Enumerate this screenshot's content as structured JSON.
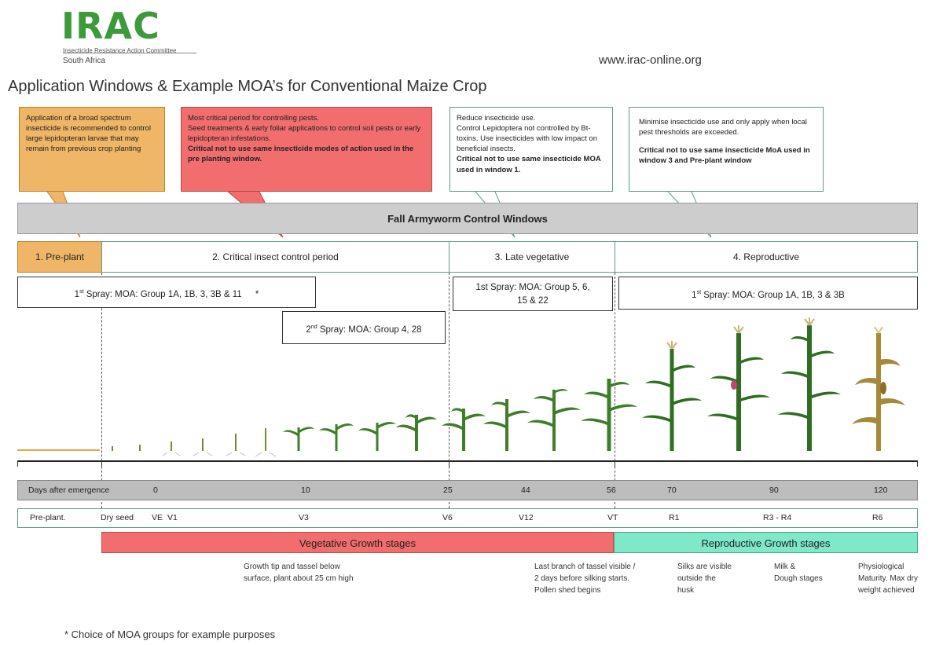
{
  "header": {
    "logo_text": "IRAC",
    "logo_subtitle": "Insecticide Resistance Action Committee",
    "logo_region": "South Africa",
    "website": "www.irac-online.org",
    "title": "Application Windows & Example MOA’s for Conventional Maize Crop"
  },
  "callouts": {
    "c1": {
      "text": "Application of a broad spectrum insecticide is recommended to control large lepidopteran larvae that may remain from previous crop planting"
    },
    "c2": {
      "line1": "Most critical period for controlling pests.",
      "line2": "Seed treatments & early foliar applications to control soil pests or early lepidopteran infestations.",
      "bold": "Critical not to use same insecticide modes of action used in the pre planting window."
    },
    "c3": {
      "line1": "Reduce insecticide use.",
      "line2": "Control Lepidoptera not controlled by Bt-toxins. Use insecticides with low impact on beneficial insects.",
      "bold": "Critical not to use same insecticide MOA used in window 1."
    },
    "c4": {
      "line1": "Minimise insecticide use and only apply when local pest thresholds are exceeded.",
      "bold": "Critical not to use same insecticide MoA used in window 3 and Pre-plant window"
    }
  },
  "banner": "Fall Armyworm Control Windows",
  "windows": {
    "w1": "1. Pre-plant",
    "w2": "2. Critical insect control period",
    "w3": "3. Late vegetative",
    "w4": "4. Reproductive"
  },
  "sprays": {
    "s1_ord": "st",
    "s1_pre": "1",
    "s1_text": " Spray: MOA: Group 1A, 1B, 3, 3B & 11",
    "s1_star": "*",
    "s2_ord": "nd",
    "s2_pre": "2",
    "s2_text": " Spray: MOA: Group 4, 28",
    "s3_line1": "1st Spray: MOA: Group 5, 6,",
    "s3_line2": "15  & 22",
    "s4_ord": "st",
    "s4_pre": "1",
    "s4_text": " Spray: MOA: Group 1A, 1B, 3 & 3B"
  },
  "timeline": {
    "days_label": "Days after emergence",
    "days": [
      "0",
      "10",
      "25",
      "44",
      "56",
      "70",
      "90",
      "120"
    ],
    "stages": [
      "Pre-plant.",
      "Dry seed",
      "VE",
      "V1",
      "V3",
      "V6",
      "V12",
      "VT",
      "R1",
      "R3 - R4",
      "R6"
    ],
    "vegetative": "Vegetative Growth stages",
    "reproductive": "Reproductive Growth stages",
    "colors": {
      "vegetative": "#f26d6d",
      "reproductive": "#7ee8c9",
      "preplant": "#f0b667"
    }
  },
  "notes": {
    "n1": [
      "Growth tip and tassel below",
      "surface, plant about 25 cm high"
    ],
    "n2": [
      "Last branch of tassel visible /",
      "2 days before silking starts.",
      "Pollen shed begins"
    ],
    "n3": [
      "Silks are visible",
      "outside the",
      "husk"
    ],
    "n4": [
      "Milk &",
      "Dough stages"
    ],
    "n5": [
      "Physiological",
      "Maturity. Max dry",
      "weight achieved"
    ]
  },
  "footnote": "* Choice of MOA groups for example purposes"
}
